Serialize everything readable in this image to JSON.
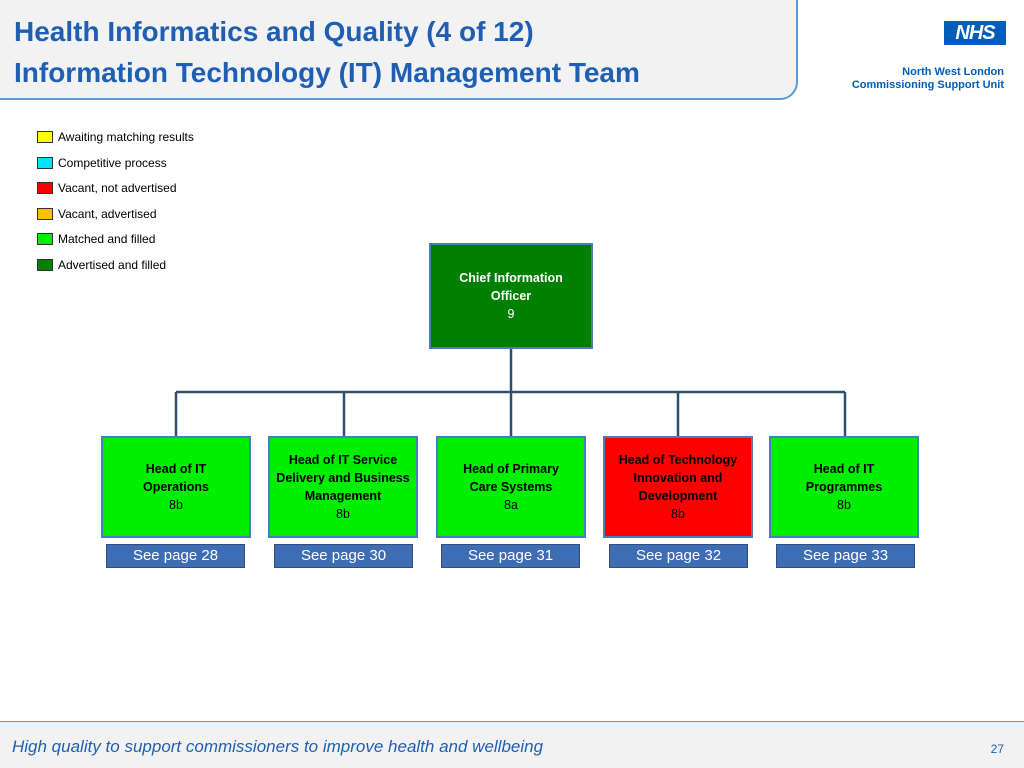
{
  "header": {
    "title_line1": "Health Informatics and Quality (4 of 12)",
    "title_line2": "Information Technology (IT) Management Team",
    "logo_text": "NHS",
    "org_line1": "North West London",
    "org_line2": "Commissioning Support Unit"
  },
  "legend": [
    {
      "label": "Awaiting matching results",
      "color": "#ffff00"
    },
    {
      "label": "Competitive process",
      "color": "#00e5ff"
    },
    {
      "label": "Vacant, not advertised",
      "color": "#ff0000"
    },
    {
      "label": "Vacant, advertised",
      "color": "#ffc000"
    },
    {
      "label": "Matched and filled",
      "color": "#00ee00"
    },
    {
      "label": "Advertised and filled",
      "color": "#008000"
    }
  ],
  "org_chart": {
    "root": {
      "title": "Chief Information Officer",
      "grade": "9",
      "color": "#008000"
    },
    "children": [
      {
        "title": "Head of IT Operations",
        "grade": "8b",
        "color": "#00ee00",
        "link": "See page 28"
      },
      {
        "title": "Head of IT Service Delivery and Business Management",
        "grade": "8b",
        "color": "#00ee00",
        "link": "See page 30"
      },
      {
        "title": "Head of Primary Care Systems",
        "grade": "8a",
        "color": "#00ee00",
        "link": "See page 31"
      },
      {
        "title": "Head of Technology Innovation and Development",
        "grade": "8b",
        "color": "#ff0000",
        "link": "See page 32"
      },
      {
        "title": "Head of IT Programmes",
        "grade": "8b",
        "color": "#00ee00",
        "link": "See page 33"
      }
    ]
  },
  "footer": {
    "tagline": "High quality to support commissioners to improve health and wellbeing",
    "page_number": "27"
  }
}
